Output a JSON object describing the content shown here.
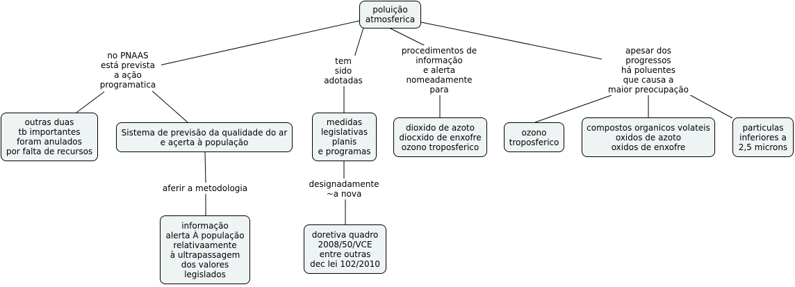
{
  "concept_map": {
    "root": "poluição\natmosferica",
    "link_no_pnaas": "no PNAAS\nestá prevista\na ação\nprogramatica",
    "link_tem_sido": "tem\nsido\nadotadas",
    "link_procedimentos": "procedimentos de\ninformação\ne alerta\nnomeadamente\npara",
    "link_apesar": "apesar dos\nprogressos\nhá poluentes\nque causa a\nmaior preocupação",
    "node_outras_duas": "outras duas\ntb importantes\nforam anulados\npor falta de recursos",
    "node_sistema": "Sistema de previsão da qualidade do ar\ne açerta à população",
    "link_aferir": "aferir a metodologia",
    "node_informacao": "informação\nalerta À população\nrelativaamente\nà ultrapassagem\ndos valores\nlegislados",
    "node_medidas": "medidas\nlegislativas\nplanis\ne programas",
    "link_designadamente": "designadamente\n~a nova",
    "node_doretiva": "doretiva quadro\n2008/50/VCE\nentre outras\ndec lei 102/2010",
    "node_dioxido": "dioxido de azoto\ndiocxido de enxofre\nozono troposferico",
    "node_ozono": "ozono\ntroposferico",
    "node_compostos": "compostos organicos volateis\noxidos de azoto\noxidos de enxofre",
    "node_particulas": "particulas\ninferiores a\n2,5 microns"
  }
}
